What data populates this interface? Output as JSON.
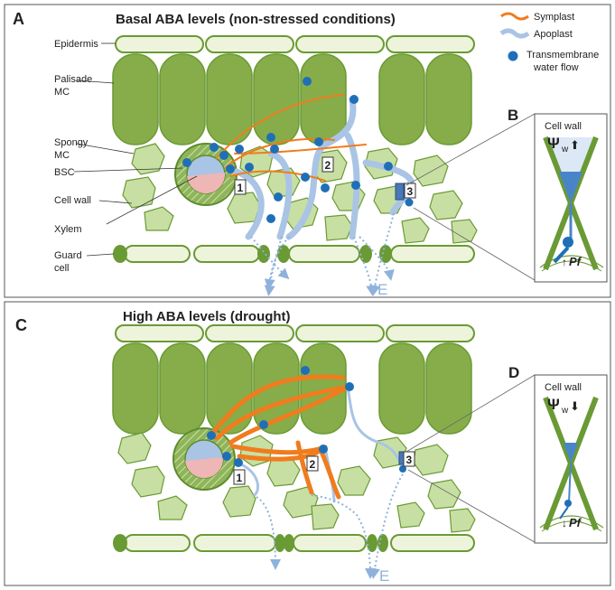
{
  "panel_a": {
    "letter": "A",
    "title": "Basal ABA levels (non-stressed conditions)",
    "labels": {
      "epidermis": "Epidermis",
      "palisade_1": "Palisade",
      "palisade_2": "MC",
      "spongy_1": "Spongy",
      "spongy_2": "MC",
      "bsc": "BSC",
      "cell_wall": "Cell wall",
      "xylem": "Xylem",
      "guard_1": "Guard",
      "guard_2": "cell"
    },
    "pathway_numbers": [
      "1",
      "2",
      "3"
    ],
    "transpiration": "E"
  },
  "panel_b": {
    "letter": "B",
    "cell_wall": "Cell wall",
    "psi": "Ψ",
    "psi_sub": "w",
    "psi_arrow": "⬆",
    "pf_arrow": "↑",
    "pf": "Pf"
  },
  "panel_c": {
    "letter": "C",
    "title": "High ABA levels  (drought)",
    "pathway_numbers": [
      "1",
      "2",
      "3"
    ],
    "transpiration": "E"
  },
  "panel_d": {
    "letter": "D",
    "cell_wall": "Cell wall",
    "psi": "Ψ",
    "psi_sub": "w",
    "psi_arrow": "⬇",
    "pf_arrow": "↓",
    "pf": "Pf"
  },
  "legend": {
    "symplast": "Symplast",
    "apoplast": "Apoplast",
    "transmembrane_1": "Transmembrane",
    "transmembrane_2": "water flow"
  },
  "colors": {
    "symplast": "#f07c1e",
    "apoplast": "#a9c4e4",
    "transmembrane": "#1f6fb8",
    "palisade": "#86ad4a",
    "spongy": "#c8dfa4",
    "epidermis": "#eef4dc",
    "outline": "#6a9a34"
  }
}
